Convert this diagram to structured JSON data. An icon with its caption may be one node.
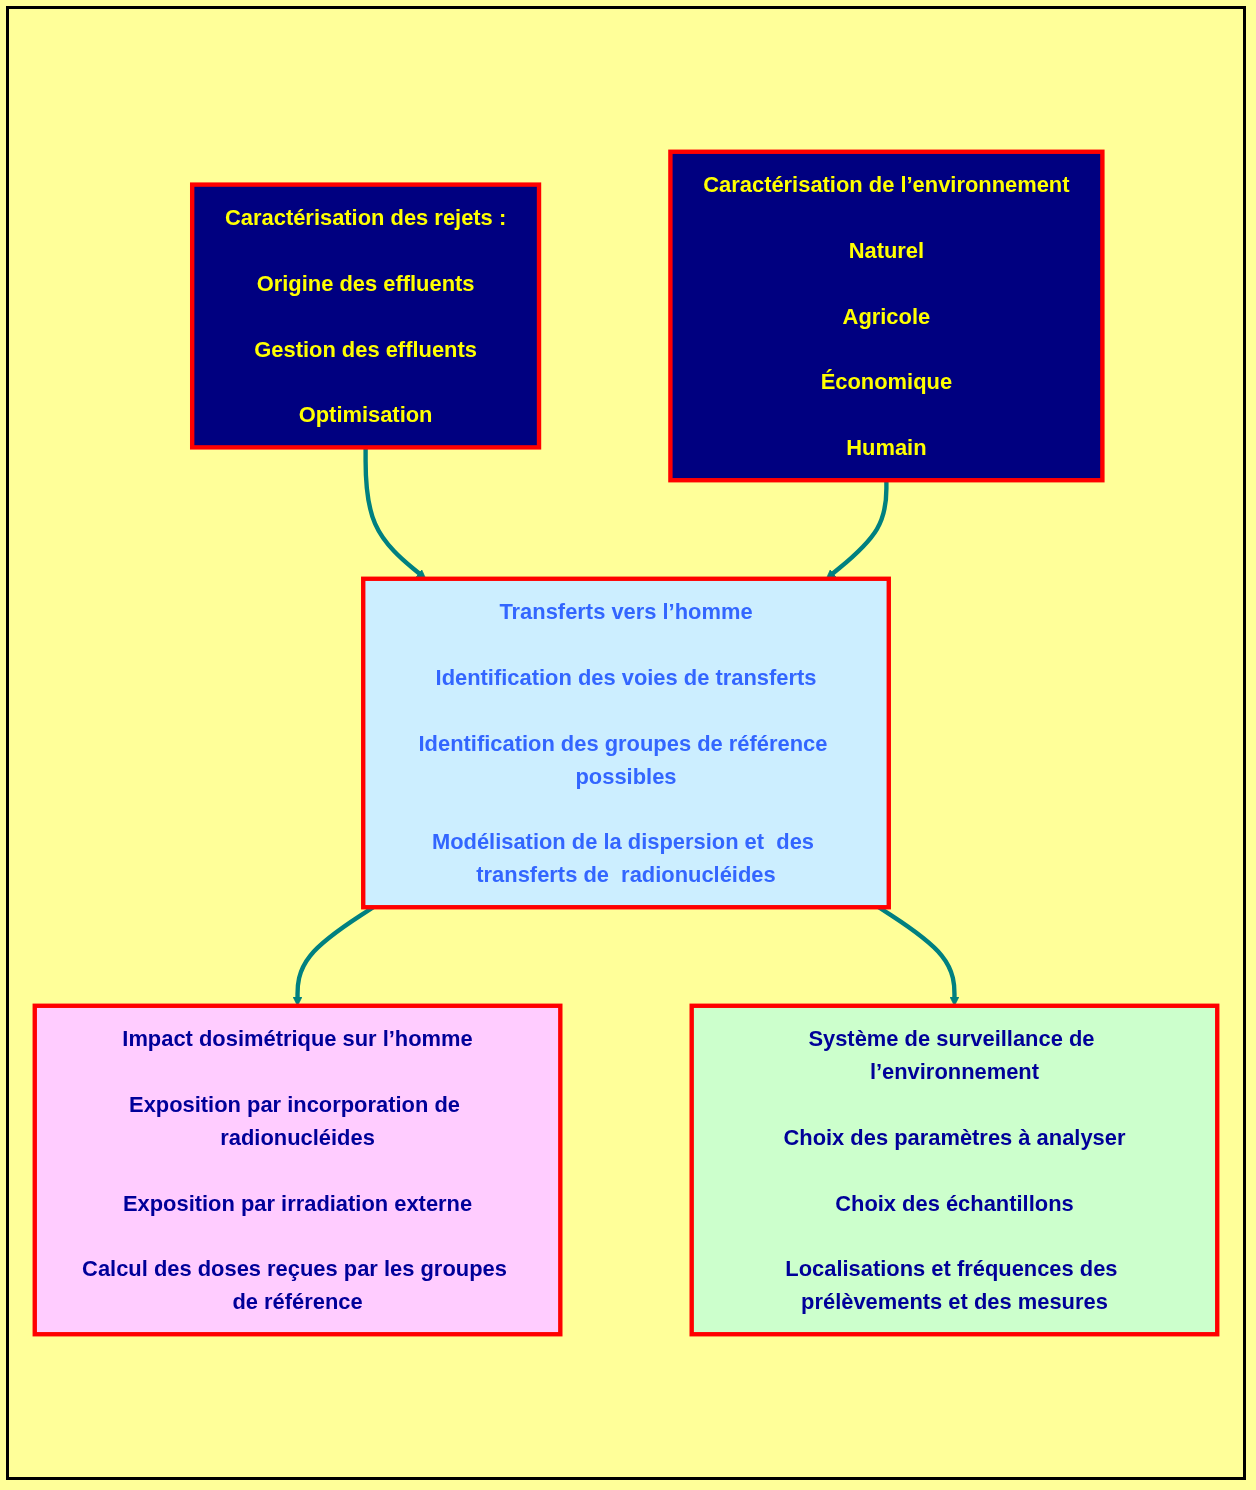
{
  "diagram": {
    "nodes": [
      {
        "text": [
          "Caractérisation des rejets :",
          "Origine des effluents",
          "Gestion des effluents",
          "Optimisation"
        ]
      },
      {
        "text": [
          "Caractérisation de l’environnement",
          "Naturel",
          "Agricole",
          "Économique",
          "Humain"
        ]
      },
      {
        "text": [
          "Transferts vers l’homme",
          "Identification des voies de transferts",
          "Identification des groupes de référence possibles",
          "Modélisation de la dispersion et  des transferts de  radionucléides"
        ]
      },
      {
        "text": [
          "Impact dosimétrique sur l’homme",
          "Exposition par incorporation de radionucléides",
          "Exposition par irradiation externe",
          "Calcul des doses reçues par les groupes de référence"
        ]
      },
      {
        "text": [
          "Système de surveillance de l’environnement",
          "Choix des paramètres à analyser",
          "Choix des échantillons",
          "Localisations et fréquences des prélèvements et des mesures"
        ]
      }
    ],
    "edges": [
      {
        "from": 0,
        "to": 2,
        "arrow": "to"
      },
      {
        "from": 1,
        "to": 2,
        "arrow": "to"
      },
      {
        "from": 2,
        "to": 3,
        "arrow": "to"
      },
      {
        "from": 2,
        "to": 4,
        "arrow": "to"
      }
    ]
  }
}
